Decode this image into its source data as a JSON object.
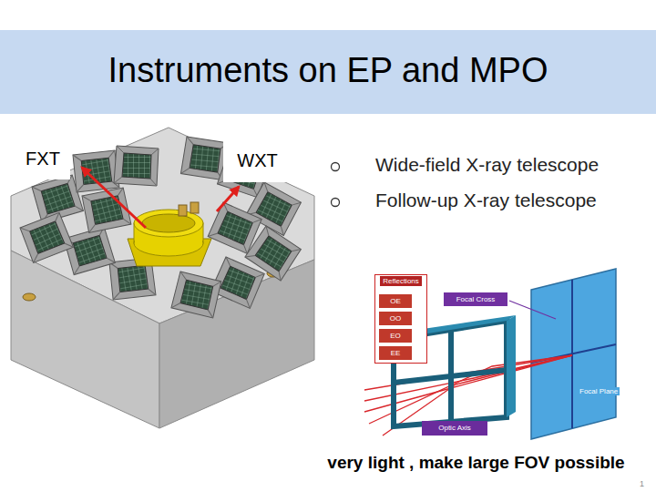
{
  "diagram": {
    "title": "Instruments on EP and MPO",
    "caption": "very light , make large FOV possible",
    "nodes": [
      {
        "text": [
          "FXT"
        ]
      },
      {
        "text": [
          "WXT"
        ]
      },
      {
        "text": [
          "Reflections"
        ]
      },
      {
        "text": [
          "OE"
        ],
        "in": 2
      },
      {
        "text": [
          "OO"
        ],
        "in": 2
      },
      {
        "text": [
          "EO"
        ],
        "in": 2
      },
      {
        "text": [
          "EE"
        ],
        "in": 2
      },
      {
        "text": [
          "Focal Cross"
        ]
      },
      {
        "text": [
          "Optic Axis"
        ]
      }
    ],
    "edges": [],
    "labels": [
      "Wide-field X-ray telescope",
      "Follow-up X-ray telescope",
      "Focal Plane",
      "1"
    ]
  }
}
